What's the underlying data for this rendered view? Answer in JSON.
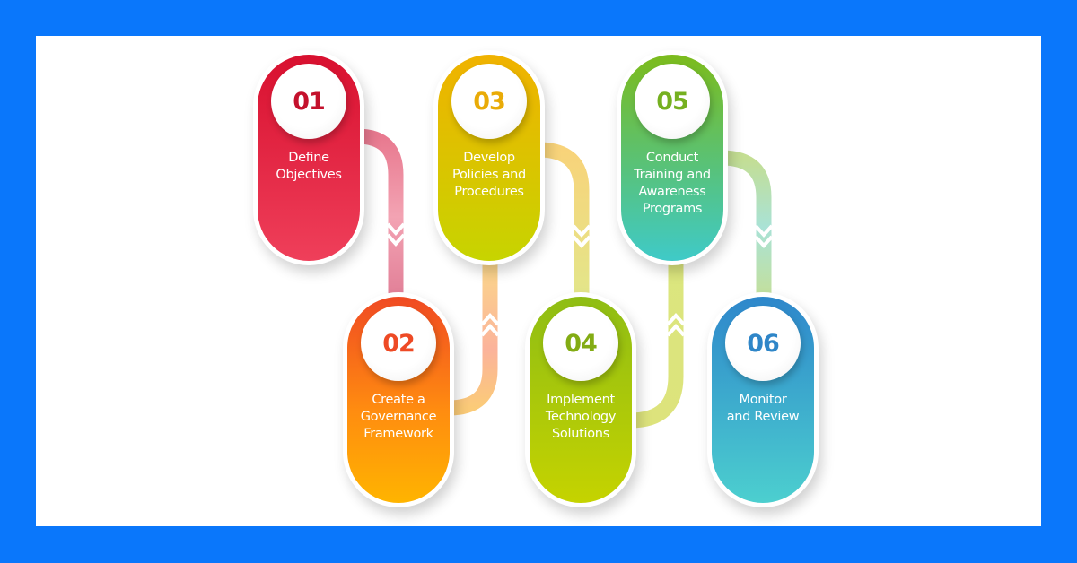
{
  "colors": {
    "frame": "#0a77fb",
    "canvas": "#ffffff"
  },
  "steps": [
    {
      "number": "01",
      "label": "Define Objectives",
      "lines": [
        "Define",
        "Objectives"
      ],
      "color_top": "#d8102f",
      "color_bottom": "#ef3f5a",
      "num_color": "#c4112c"
    },
    {
      "number": "02",
      "label": "Create a Governance Framework",
      "lines": [
        "Create a",
        "Governance",
        "Framework"
      ],
      "color_top": "#f04a23",
      "color_bottom": "#ffb400",
      "num_color": "#ee4a25"
    },
    {
      "number": "03",
      "label": "Develop Policies and Procedures",
      "lines": [
        "Develop",
        "Policies and",
        "Procedures"
      ],
      "color_top": "#f0b200",
      "color_bottom": "#c7d400",
      "num_color": "#e9ab07"
    },
    {
      "number": "04",
      "label": "Implement Technology Solutions",
      "lines": [
        "Implement",
        "Technology",
        "Solutions"
      ],
      "color_top": "#8fbd14",
      "color_bottom": "#c5d300",
      "num_color": "#83ac14"
    },
    {
      "number": "05",
      "label": "Conduct Training and Awareness Programs",
      "lines": [
        "Conduct",
        "Training and",
        "Awareness",
        "Programs"
      ],
      "color_top": "#7cbb1c",
      "color_bottom": "#3fcac8",
      "num_color": "#75b020"
    },
    {
      "number": "06",
      "label": "Monitor and Review",
      "lines": [
        "Monitor",
        "and Review"
      ],
      "color_top": "#2e87cb",
      "color_bottom": "#4ccfcf",
      "num_color": "#2f86c8"
    }
  ]
}
